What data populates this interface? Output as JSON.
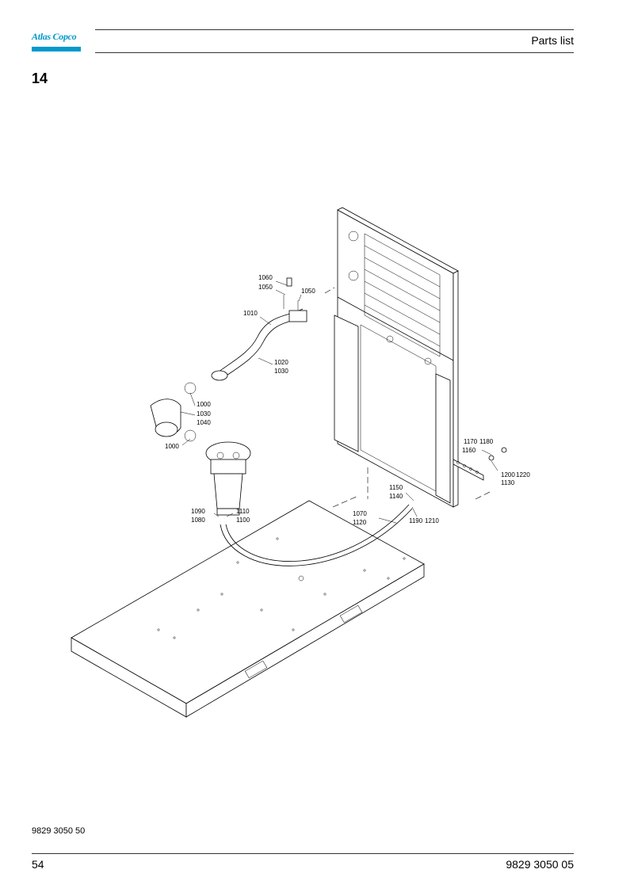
{
  "header": {
    "logo_text": "Atlas Copco",
    "title": "Parts list"
  },
  "section_number": "14",
  "drawing": {
    "callouts": [
      "1060",
      "1050",
      "1050",
      "1010",
      "1020",
      "1030",
      "1000",
      "1030",
      "1040",
      "1000",
      "1090",
      "1080",
      "1110",
      "1100",
      "1150",
      "1140",
      "1070",
      "1120",
      "1190",
      "1210",
      "1170",
      "1180",
      "1160",
      "1200",
      "1220",
      "1130"
    ]
  },
  "footer": {
    "doc_ref": "9829 3050 50",
    "page_number": "54",
    "doc_number": "9829 3050 05"
  },
  "colors": {
    "brand": "#0099cc"
  }
}
